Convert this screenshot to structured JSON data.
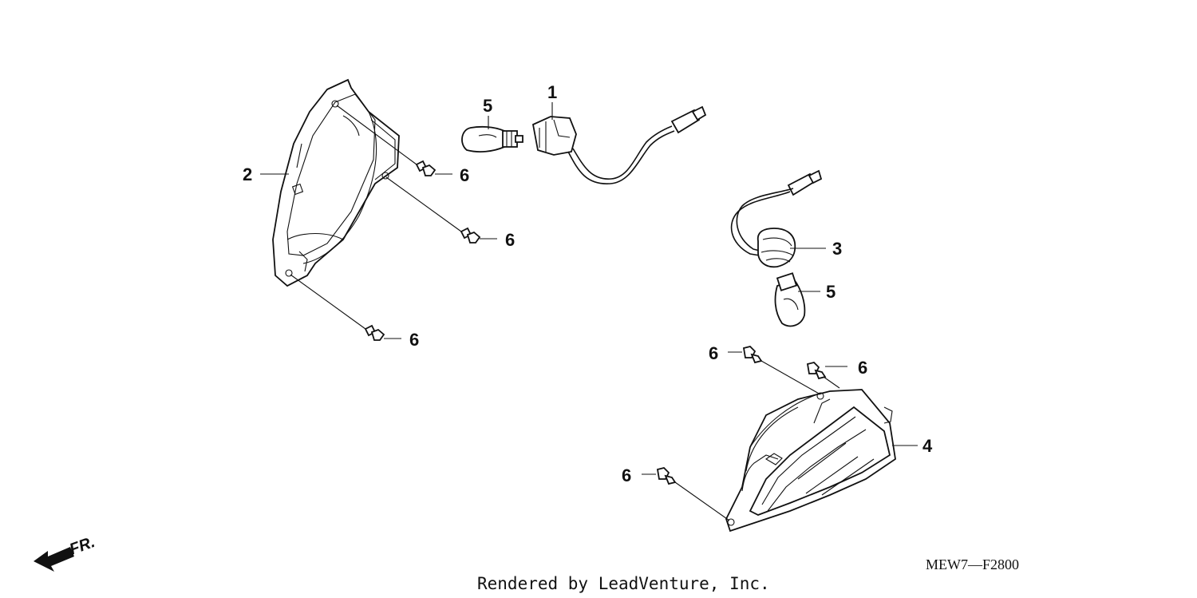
{
  "callouts": {
    "c1": "1",
    "c2": "2",
    "c3": "3",
    "c4": "4",
    "c5a": "5",
    "c5b": "5",
    "c6a": "6",
    "c6b": "6",
    "c6c": "6",
    "c6d": "6",
    "c6e": "6",
    "c6f": "6"
  },
  "diagram_code": "MEW7—F2800",
  "credit": "Rendered by LeadVenture, Inc.",
  "direction_label": "FR."
}
